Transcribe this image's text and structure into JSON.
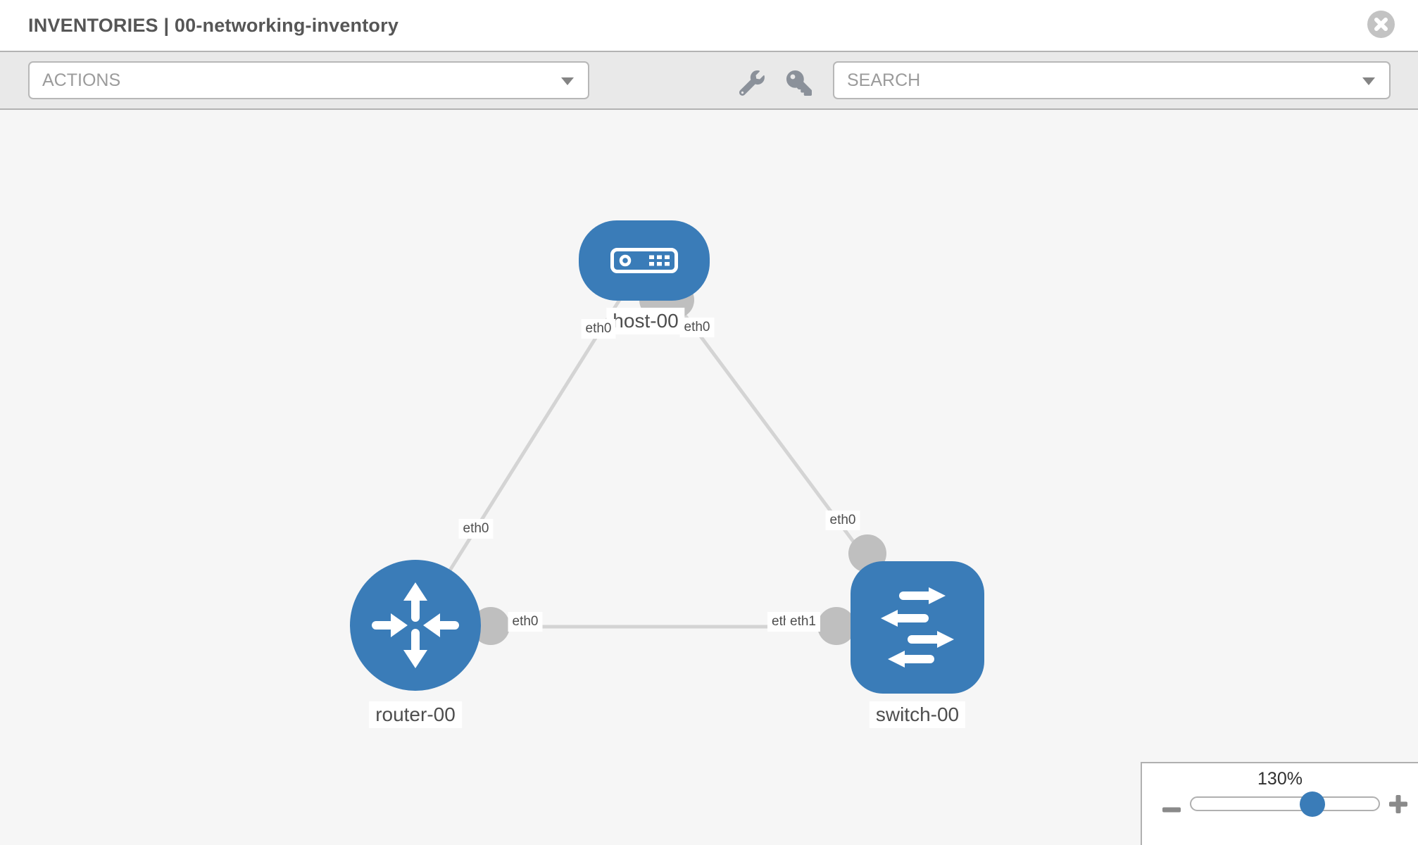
{
  "header": {
    "title": "INVENTORIES | 00-networking-inventory"
  },
  "toolbar": {
    "actions_dropdown": {
      "label": "ACTIONS"
    },
    "search_dropdown": {
      "label": "SEARCH"
    }
  },
  "icons": {
    "header_close": "close-circle-icon",
    "toolbar_tools": "wrench-icon",
    "toolbar_credentials": "key-icon",
    "dropdown_caret": "caret-down-icon",
    "zoom_out": "minus-icon",
    "zoom_in": "plus-icon"
  },
  "topology": {
    "nodes": [
      {
        "id": "host-00",
        "type": "host",
        "label": "host-00",
        "icon": "host-icon"
      },
      {
        "id": "router-00",
        "type": "router",
        "label": "router-00",
        "icon": "router-icon"
      },
      {
        "id": "switch-00",
        "type": "switch",
        "label": "switch-00",
        "icon": "switch-icon"
      }
    ],
    "links": [
      {
        "a": "host-00",
        "a_iface": "eth0",
        "b": "router-00",
        "b_iface": "eth0"
      },
      {
        "a": "host-00",
        "a_iface": "eth0",
        "b": "switch-00",
        "b_iface": "eth0"
      },
      {
        "a": "router-00",
        "a_iface": "eth0",
        "b": "switch-00",
        "b_iface": "eth1",
        "b_iface_overlapped": "eth0"
      }
    ]
  },
  "zoom_control": {
    "level": "130%"
  },
  "colors": {
    "node_fill": "#3a7cb8",
    "link_stroke": "#d4d4d4",
    "endpoint_fill": "#bfbfbf",
    "canvas_bg": "#f6f6f6",
    "toolbar_bg": "#e9e9e9",
    "border": "#b3b3b3",
    "muted_text": "#9b9b9b",
    "title_text": "#565656",
    "label_text": "#4e4e4e",
    "icon_gray": "#8b919a",
    "slider_thumb": "#3a7cb8"
  }
}
